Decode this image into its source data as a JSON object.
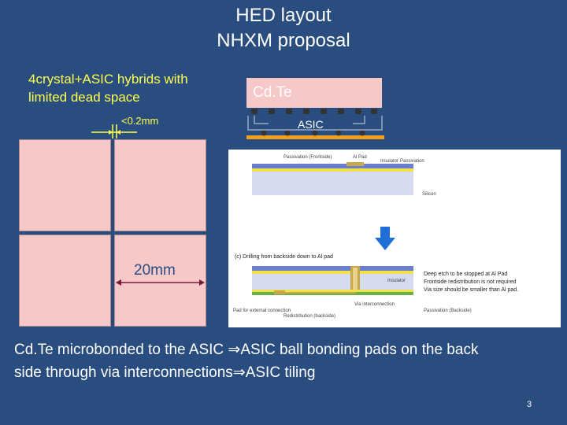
{
  "title": {
    "line1": "HED layout",
    "line2": "NHXM proposal"
  },
  "left": {
    "hybrid_desc_line1": "4crystal+ASIC hybrids with",
    "hybrid_desc_line2": "limited dead space",
    "gap_label": "<0.2mm",
    "size_label": "20mm"
  },
  "stack": {
    "cdte_label": "Cd.Te",
    "asic_label": "ASIC"
  },
  "figure": {
    "top_labels": {
      "passivation_frontside": "Passivation (Frontside)",
      "al_pad": "Al Pad",
      "insulator": "Insulator",
      "passivation": "Passivation",
      "silicon": "Silicon"
    },
    "step_label": "(c) Drilling from backside down to Al pad",
    "notes": {
      "line1": "Deep etch to be stopped at Al Pad",
      "line2": "Frontside redistribution is not required",
      "line3": "Via size should be smaller than Al pad."
    },
    "bottom_labels": {
      "insulator": "Insulator",
      "via_interconnection": "Via interconnection",
      "pad_external": "Pad for external connection",
      "redistribution": "Redistribution (backside)",
      "passivation_backside": "Passivation (Backside)"
    }
  },
  "caption": {
    "line1": "Cd.Te microbonded to the ASIC ⇒ASIC ball bonding pads on the back",
    "line2": "side through via interconnections⇒ASIC tiling"
  },
  "page_number": "3",
  "colors": {
    "background": "#2a4d7f",
    "tile": "#f7c8c8",
    "label_yellow": "#ffff4d",
    "bus_orange": "#f0a020",
    "arrow_blue": "#1f6fd6"
  }
}
